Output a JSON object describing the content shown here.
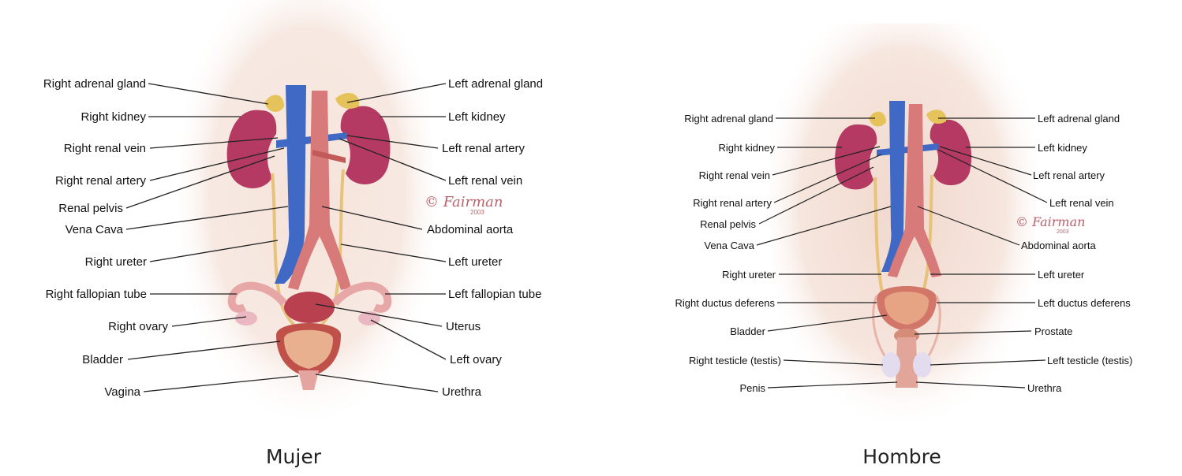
{
  "female": {
    "caption": "Mujer",
    "signature": "Fairman 2003",
    "labels": {
      "right_adrenal_gland": "Right adrenal gland",
      "right_kidney": "Right kidney",
      "right_renal_vein": "Right renal vein",
      "right_renal_artery": "Right renal artery",
      "renal_pelvis": "Renal pelvis",
      "vena_cava": "Vena Cava",
      "right_ureter": "Right ureter",
      "right_fallopian_tube": "Right fallopian tube",
      "right_ovary": "Right ovary",
      "bladder": "Bladder",
      "vagina": "Vagina",
      "left_adrenal_gland": "Left adrenal gland",
      "left_kidney": "Left kidney",
      "left_renal_artery": "Left renal artery",
      "left_renal_vein": "Left renal vein",
      "abdominal_aorta": "Abdominal aorta",
      "left_ureter": "Left ureter",
      "left_fallopian_tube": "Left fallopian tube",
      "uterus": "Uterus",
      "left_ovary": "Left ovary",
      "urethra": "Urethra"
    }
  },
  "male": {
    "caption": "Hombre",
    "signature": "Fairman 2003",
    "labels": {
      "right_adrenal_gland": "Right adrenal gland",
      "right_kidney": "Right kidney",
      "right_renal_vein": "Right renal vein",
      "right_renal_artery": "Right renal artery",
      "renal_pelvis": "Renal pelvis",
      "vena_cava": "Vena Cava",
      "right_ureter": "Right ureter",
      "right_ductus_deferens": "Right ductus deferens",
      "bladder": "Bladder",
      "right_testicle": "Right testicle (testis)",
      "penis": "Penis",
      "left_adrenal_gland": "Left adrenal gland",
      "left_kidney": "Left kidney",
      "left_renal_artery": "Left renal artery",
      "left_renal_vein": "Left renal vein",
      "abdominal_aorta": "Abdominal aorta",
      "left_ureter": "Left ureter",
      "left_ductus_deferens": "Left ductus deferens",
      "prostate": "Prostate",
      "left_testicle": "Left testicle (testis)",
      "urethra": "Urethra"
    }
  },
  "colors": {
    "skin": "#f3ddd2",
    "kidney": "#b43a63",
    "vein": "#3f69c4",
    "artery": "#d87a7a",
    "adrenal": "#e5c25a",
    "ureter": "#e7c27a",
    "bladder": "#d2766a"
  }
}
